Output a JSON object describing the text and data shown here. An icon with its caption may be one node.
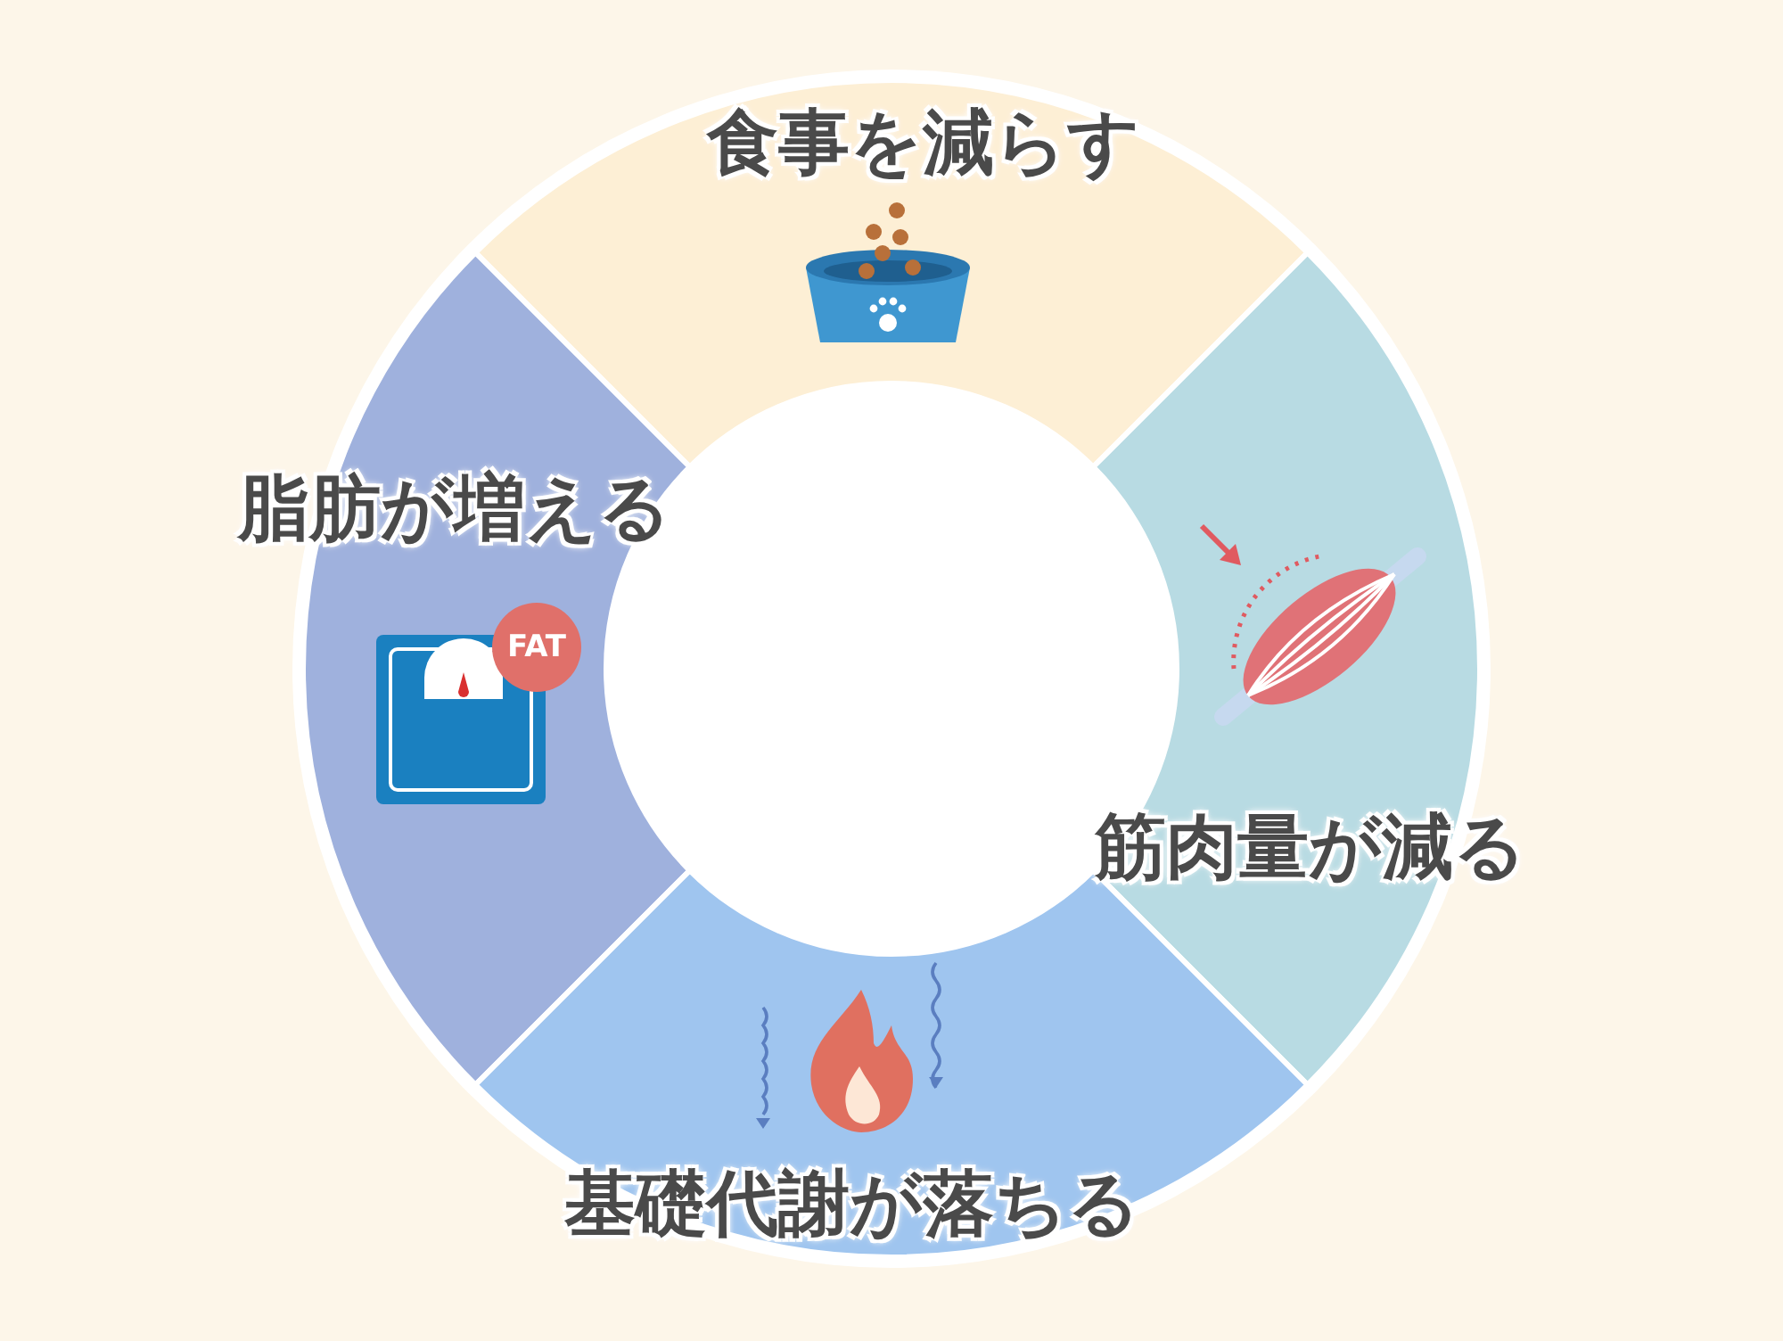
{
  "diagram": {
    "nodes": [
      {
        "text": [
          "食事を減らす"
        ]
      },
      {
        "text": [
          "脂肪が増える"
        ]
      },
      {
        "text": [
          "筋肉量が減る"
        ]
      },
      {
        "text": [
          "基礎代謝が落ちる"
        ]
      }
    ],
    "labels": [
      "FAT"
    ]
  }
}
